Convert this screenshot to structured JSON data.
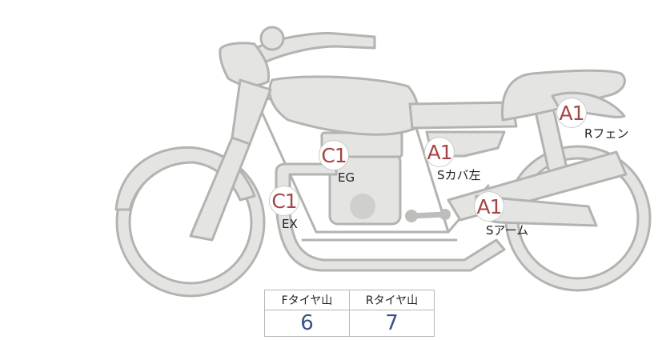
{
  "markers": [
    {
      "grade": "C1",
      "part": "EX"
    },
    {
      "grade": "C1",
      "part": "EG"
    },
    {
      "grade": "A1",
      "part": "Sカバ左"
    },
    {
      "grade": "A1",
      "part": "Sアーム"
    },
    {
      "grade": "A1",
      "part": "Rフェン"
    }
  ],
  "tread_table": {
    "headers": [
      "Fタイヤ山",
      "Rタイヤ山"
    ],
    "values": [
      "6",
      "7"
    ]
  },
  "colors": {
    "grade_text": "#a64545",
    "value_text": "#3b4f8f",
    "bike_fill": "#e4e4e2",
    "bike_outline": "#b3b3b0"
  }
}
